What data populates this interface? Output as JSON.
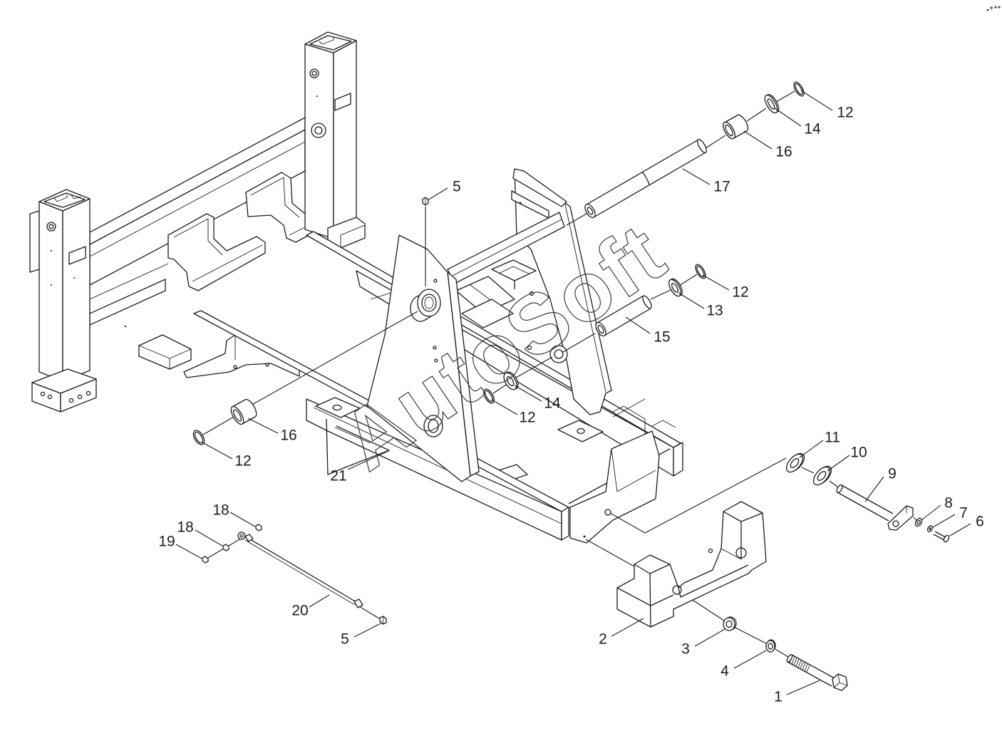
{
  "diagram": {
    "watermark": "AutoSoft",
    "callouts": [
      {
        "label": "12"
      },
      {
        "label": "14"
      },
      {
        "label": "16"
      },
      {
        "label": "17"
      },
      {
        "label": "5"
      },
      {
        "label": "12"
      },
      {
        "label": "13"
      },
      {
        "label": "15"
      },
      {
        "label": "14"
      },
      {
        "label": "12"
      },
      {
        "label": "16"
      },
      {
        "label": "12"
      },
      {
        "label": "21"
      },
      {
        "label": "11"
      },
      {
        "label": "10"
      },
      {
        "label": "9"
      },
      {
        "label": "8"
      },
      {
        "label": "7"
      },
      {
        "label": "6"
      },
      {
        "label": "18"
      },
      {
        "label": "18"
      },
      {
        "label": "19"
      },
      {
        "label": "20"
      },
      {
        "label": "5"
      },
      {
        "label": "2"
      },
      {
        "label": "3"
      },
      {
        "label": "4"
      },
      {
        "label": "1"
      }
    ]
  }
}
